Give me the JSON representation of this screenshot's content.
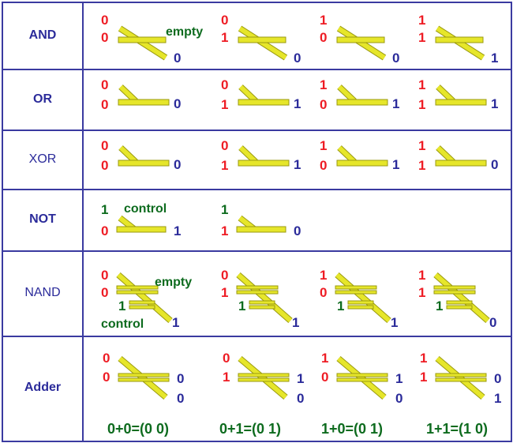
{
  "colors": {
    "border": "#3a3aa0",
    "input": "#ee1c24",
    "output": "#2b2b9a",
    "control": "#0d6b1e",
    "rod": "#e6e62a",
    "rod_edge": "#9a9a10"
  },
  "rows": [
    {
      "label": "AND",
      "bold": true,
      "type": "and",
      "cells": [
        {
          "inputs": [
            "0",
            "0"
          ],
          "outputs": [
            "0"
          ],
          "note": "empty"
        },
        {
          "inputs": [
            "0",
            "1"
          ],
          "outputs": [
            "0"
          ]
        },
        {
          "inputs": [
            "1",
            "0"
          ],
          "outputs": [
            "0"
          ]
        },
        {
          "inputs": [
            "1",
            "1"
          ],
          "outputs": [
            "1"
          ]
        }
      ]
    },
    {
      "label": "OR",
      "bold": true,
      "type": "or",
      "cells": [
        {
          "inputs": [
            "0",
            "0"
          ],
          "outputs": [
            "0"
          ]
        },
        {
          "inputs": [
            "0",
            "1"
          ],
          "outputs": [
            "1"
          ]
        },
        {
          "inputs": [
            "1",
            "0"
          ],
          "outputs": [
            "1"
          ]
        },
        {
          "inputs": [
            "1",
            "1"
          ],
          "outputs": [
            "1"
          ]
        }
      ]
    },
    {
      "label": "XOR",
      "bold": false,
      "type": "or",
      "cells": [
        {
          "inputs": [
            "0",
            "0"
          ],
          "outputs": [
            "0"
          ]
        },
        {
          "inputs": [
            "0",
            "1"
          ],
          "outputs": [
            "1"
          ]
        },
        {
          "inputs": [
            "1",
            "0"
          ],
          "outputs": [
            "1"
          ]
        },
        {
          "inputs": [
            "1",
            "1"
          ],
          "outputs": [
            "0"
          ]
        }
      ]
    },
    {
      "label": "NOT",
      "bold": true,
      "type": "not",
      "cells": [
        {
          "control": "1",
          "inputs": [
            "0"
          ],
          "outputs": [
            "1"
          ],
          "note": "control"
        },
        {
          "control": "1",
          "inputs": [
            "1"
          ],
          "outputs": [
            "0"
          ]
        }
      ]
    },
    {
      "label": "NAND",
      "bold": false,
      "type": "nand",
      "cells": [
        {
          "inputs": [
            "0",
            "0"
          ],
          "control": "1",
          "outputs": [
            "1"
          ],
          "note": "empty",
          "note2": "control"
        },
        {
          "inputs": [
            "0",
            "1"
          ],
          "control": "1",
          "outputs": [
            "1"
          ]
        },
        {
          "inputs": [
            "1",
            "0"
          ],
          "control": "1",
          "outputs": [
            "1"
          ]
        },
        {
          "inputs": [
            "1",
            "1"
          ],
          "control": "1",
          "outputs": [
            "0"
          ]
        }
      ]
    },
    {
      "label": "Adder",
      "bold": true,
      "type": "adder",
      "cells": [
        {
          "inputs": [
            "0",
            "0"
          ],
          "outputs": [
            "0",
            "0"
          ],
          "equation": "0+0=(0 0)"
        },
        {
          "inputs": [
            "0",
            "1"
          ],
          "outputs": [
            "1",
            "0"
          ],
          "equation": "0+1=(0 1)"
        },
        {
          "inputs": [
            "1",
            "0"
          ],
          "outputs": [
            "1",
            "0"
          ],
          "equation": "1+0=(0 1)"
        },
        {
          "inputs": [
            "1",
            "1"
          ],
          "outputs": [
            "0",
            "1"
          ],
          "equation": "1+1=(1 0)"
        }
      ]
    }
  ]
}
